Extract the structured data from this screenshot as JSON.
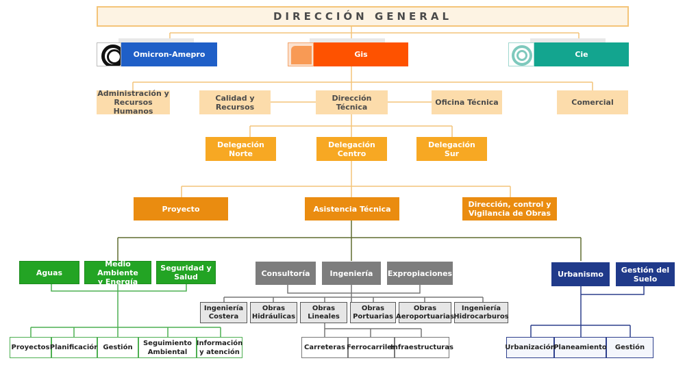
{
  "title": "DIRECCIÓN GENERAL",
  "companies": [
    {
      "label": "Omicron-Amepro",
      "color": "#1f5fc7",
      "logo_icon": "omicron-ring-logo"
    },
    {
      "label": "Gis",
      "color": "#fe5200",
      "logo_icon": "gis-orange-block-logo"
    },
    {
      "label": "Cie",
      "color": "#13a58f",
      "logo_icon": "cie-spiral-logo"
    }
  ],
  "departments": [
    "Administración y\nRecursos Humanos",
    "Calidad y\nRecursos",
    "Dirección Técnica",
    "Oficina Técnica",
    "Comercial"
  ],
  "delegations": [
    "Delegación\nNorte",
    "Delegación\nCentro",
    "Delegación\nSur"
  ],
  "areas": [
    "Proyecto",
    "Asistencia Técnica",
    "Dirección, control y\nVigilancia de Obras"
  ],
  "green_group": {
    "units": [
      "Aguas",
      "Medio Ambiente\ny Energía",
      "Seguridad y\nSalud"
    ],
    "subunits": [
      "Proyectos",
      "Planificación",
      "Gestión",
      "Seguimiento\nAmbiental",
      "Información\ny atención"
    ]
  },
  "gray_group": {
    "units": [
      "Consultoría",
      "Ingeniería",
      "Expropiaciones"
    ],
    "works": [
      "Ingeniería\nCostera",
      "Obras\nHidráulicas",
      "Obras\nLineales",
      "Obras\nPortuarias",
      "Obras\nAeroportuarias",
      "Ingeniería\nHidrocarburos"
    ],
    "linear_works": [
      "Carreteras",
      "Ferrocarriles",
      "Infraestructuras"
    ]
  },
  "navy_group": {
    "units": [
      "Urbanismo",
      "Gestión del\nSuelo"
    ],
    "subunits": [
      "Urbanización",
      "Planeamiento",
      "Gestión"
    ]
  },
  "colors": {
    "connector_orange": "#f4c478",
    "connector_green": "#4caf50",
    "connector_gray": "#777777",
    "connector_navy": "#2c3e8c",
    "connector_olive": "#5f6b2f"
  }
}
